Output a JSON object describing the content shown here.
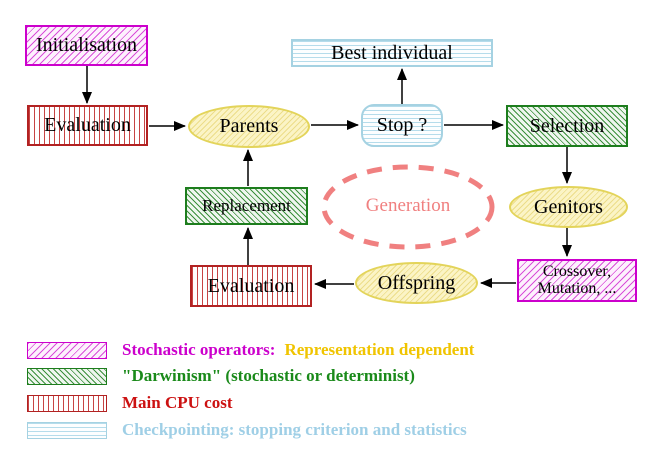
{
  "nodes": {
    "initialisation": {
      "label": "Initialisation"
    },
    "evaluation_top": {
      "label": "Evaluation"
    },
    "parents": {
      "label": "Parents"
    },
    "best_individual": {
      "label": "Best individual"
    },
    "stop": {
      "label": "Stop ?"
    },
    "selection": {
      "label": "Selection"
    },
    "genitors": {
      "label": "Genitors"
    },
    "crossover_mutation": {
      "line1": "Crossover,",
      "line2": "Mutation, ..."
    },
    "offspring": {
      "label": "Offspring"
    },
    "evaluation_bottom": {
      "label": "Evaluation"
    },
    "replacement": {
      "label": "Replacement"
    },
    "generation": {
      "label": "Generation"
    }
  },
  "edges": [
    {
      "from": "initialisation",
      "to": "evaluation_top"
    },
    {
      "from": "evaluation_top",
      "to": "parents"
    },
    {
      "from": "parents",
      "to": "stop"
    },
    {
      "from": "stop",
      "to": "best_individual"
    },
    {
      "from": "stop",
      "to": "selection"
    },
    {
      "from": "selection",
      "to": "genitors"
    },
    {
      "from": "genitors",
      "to": "crossover_mutation"
    },
    {
      "from": "crossover_mutation",
      "to": "offspring"
    },
    {
      "from": "offspring",
      "to": "evaluation_bottom"
    },
    {
      "from": "evaluation_bottom",
      "to": "replacement"
    },
    {
      "from": "replacement",
      "to": "parents"
    }
  ],
  "legend": {
    "items": [
      {
        "pattern": "magenta-diagonal-hatch",
        "label": "Stochastic operators:",
        "label_extra": "Representation dependent"
      },
      {
        "pattern": "green-diagonal-hatch",
        "label": "\"Darwinism\" (stochastic or determinist)",
        "label_extra": ""
      },
      {
        "pattern": "red-vertical-lines",
        "label": "Main CPU cost",
        "label_extra": ""
      },
      {
        "pattern": "cyan-horizontal-lines",
        "label": "Checkpointing: stopping criterion and statistics",
        "label_extra": ""
      }
    ]
  },
  "colors": {
    "magenta": "#cc00cc",
    "green": "#1d7d1d",
    "red": "#b22222",
    "cyan_border": "#a5d2e2",
    "cyan_text": "#9fcfe6",
    "yellow_border": "#e3d45a",
    "gold_text": "#f0c400",
    "coral": "#f08080",
    "arrow": "#000000"
  }
}
